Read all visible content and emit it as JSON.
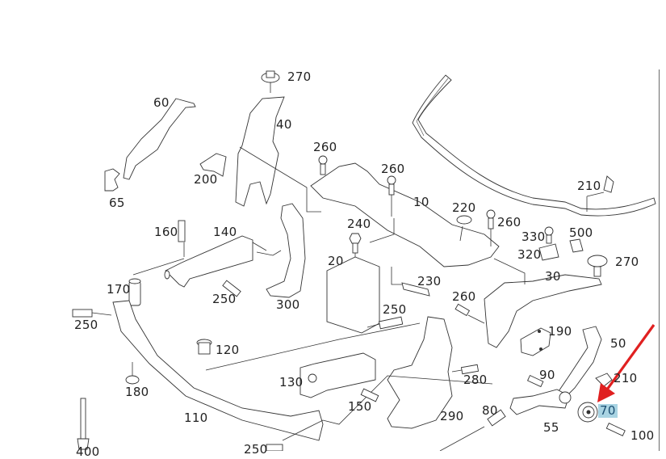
{
  "diagram": {
    "title": "",
    "highlight_color": "#a9d4e3",
    "arrow_color": "#e02020",
    "highlighted_part": "70",
    "callouts": [
      {
        "id": "c270a",
        "label": "270"
      },
      {
        "id": "c60",
        "label": "60"
      },
      {
        "id": "c40",
        "label": "40"
      },
      {
        "id": "c260a",
        "label": "260"
      },
      {
        "id": "c260b",
        "label": "260"
      },
      {
        "id": "c200",
        "label": "200"
      },
      {
        "id": "c65",
        "label": "65"
      },
      {
        "id": "c10",
        "label": "10"
      },
      {
        "id": "c220",
        "label": "220"
      },
      {
        "id": "c260c",
        "label": "260"
      },
      {
        "id": "c210a",
        "label": "210"
      },
      {
        "id": "c240",
        "label": "240"
      },
      {
        "id": "c160",
        "label": "160"
      },
      {
        "id": "c140",
        "label": "140"
      },
      {
        "id": "c330",
        "label": "330"
      },
      {
        "id": "c500",
        "label": "500"
      },
      {
        "id": "c320",
        "label": "320"
      },
      {
        "id": "c270b",
        "label": "270"
      },
      {
        "id": "c20",
        "label": "20"
      },
      {
        "id": "c230",
        "label": "230"
      },
      {
        "id": "c30",
        "label": "30"
      },
      {
        "id": "c170",
        "label": "170"
      },
      {
        "id": "c250a",
        "label": "250"
      },
      {
        "id": "c300",
        "label": "300"
      },
      {
        "id": "c260d",
        "label": "260"
      },
      {
        "id": "c250b",
        "label": "250"
      },
      {
        "id": "c250c",
        "label": "250"
      },
      {
        "id": "c190",
        "label": "190"
      },
      {
        "id": "c120",
        "label": "120"
      },
      {
        "id": "c50",
        "label": "50"
      },
      {
        "id": "c130",
        "label": "130"
      },
      {
        "id": "c280",
        "label": "280"
      },
      {
        "id": "c90",
        "label": "90"
      },
      {
        "id": "c210b",
        "label": "210"
      },
      {
        "id": "c180",
        "label": "180"
      },
      {
        "id": "c150",
        "label": "150"
      },
      {
        "id": "c80",
        "label": "80"
      },
      {
        "id": "c290",
        "label": "290"
      },
      {
        "id": "c70",
        "label": "70"
      },
      {
        "id": "c110",
        "label": "110"
      },
      {
        "id": "c55",
        "label": "55"
      },
      {
        "id": "c100",
        "label": "100"
      },
      {
        "id": "c250d",
        "label": "250"
      },
      {
        "id": "c400",
        "label": "400"
      }
    ]
  }
}
